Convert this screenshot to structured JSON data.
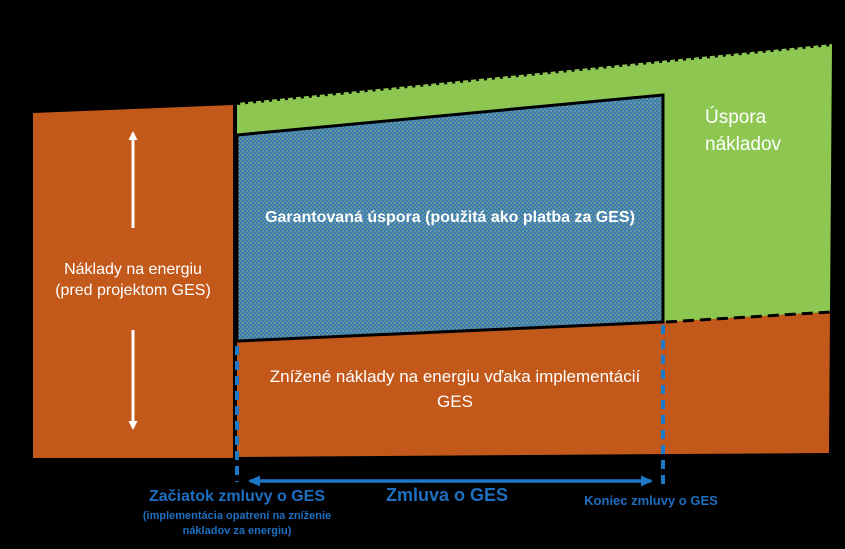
{
  "colors": {
    "background": "#000000",
    "orange": "#C2591B",
    "green": "#8DC751",
    "blue-box": "#3B79B5",
    "blue-dot": "#9CCB66",
    "label-blue": "#1E6FC1",
    "line-blue": "#1E78C8",
    "white": "#FFFFFF"
  },
  "regions": {
    "pre_project": {
      "label": "Náklady na energiu\n(pred projektom GES)"
    },
    "savings": {
      "label": "Úspora\nnákladov"
    },
    "guaranteed": {
      "label": "Garantovaná úspora (použitá ako platba za GES)"
    },
    "reduced": {
      "label": "Znížené náklady na energiu vďaka implementácií\nGES"
    }
  },
  "timeline": {
    "start": {
      "label": "Začiatok zmluvy o GES",
      "sublabel": "(implementácia opatrení na zníženie\nnákladov za energiu)"
    },
    "period": {
      "label": "Zmluva o GES"
    },
    "end": {
      "label": "Koniec zmluvy o GES"
    }
  }
}
